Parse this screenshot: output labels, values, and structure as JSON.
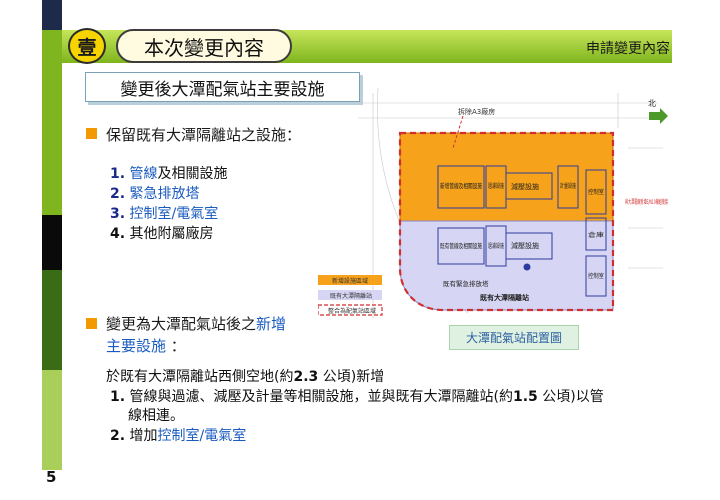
{
  "header": {
    "badge": "壹",
    "title": "本次變更內容",
    "right_label": "申請變更內容"
  },
  "subtitle": "變更後大潭配氣站主要設施",
  "section1": {
    "heading": "保留既有大潭隔離站之設施：",
    "items": [
      {
        "num": "1.",
        "highlight": "管線",
        "rest": "及相關設施"
      },
      {
        "num": "2.",
        "highlight": "緊急排放塔",
        "rest": ""
      },
      {
        "num": "3.",
        "highlight": "控制室/電氣室",
        "rest": ""
      },
      {
        "num": "4.",
        "highlight": "",
        "rest": "其他附屬廠房"
      }
    ]
  },
  "section2": {
    "heading_part1": "變更為大潭配氣站後之",
    "heading_link1": "新增",
    "heading_link2": "主要設施",
    "heading_end": "：",
    "intro_prefix": "於既有大潭隔離站西側空地(約",
    "intro_value": "2.3",
    "intro_suffix": " 公頃)新增",
    "item1_num": "1.",
    "item1_line1_prefix": "管線與過濾、減壓及計量等相關設施，並與既有大潭隔離站(約",
    "item1_line1_value": "1.5",
    "item1_line1_suffix": " 公頃)以管",
    "item1_line2": "線相連。",
    "item2_num": "2.",
    "item2_text_prefix": "增加",
    "item2_link": "控制室/電氣室",
    "item2_text_suffix": ""
  },
  "diagram": {
    "caption": "大潭配氣站配置圖",
    "top_note": "拆除A3廠房",
    "north_label": "北",
    "new_pipeline": "新增管線及相關設施",
    "filter_new": "過濾設施",
    "reduce_new": "減壓設施",
    "meter": "計量設施",
    "control_room": "控制室",
    "existing_pipeline": "既有管線及相關設施",
    "filter_existing": "過濾設施",
    "reduce_existing": "減壓設施",
    "warehouse": "倉庫",
    "control_room2": "控制室",
    "emergency_vent": "既有緊急排放塔",
    "existing_station": "既有大潭隔離站",
    "power_plant_note": "與大潭電廠新增E/N10機組銜接",
    "legend": [
      {
        "label": "新增設施區域",
        "color": "#f7a21b"
      },
      {
        "label": "既有大潭隔離站",
        "color": "#d6d5f3"
      },
      {
        "label": "整合為配氣站區域",
        "color": "#d12f2f"
      }
    ]
  },
  "page_number": "5",
  "colors": {
    "accent_orange": "#f39800",
    "new_area": "#f7a21b",
    "existing_area": "#d6d5f3",
    "boundary_red": "#d12f2f",
    "header_green": "#7fb51e",
    "link_blue": "#1a5bbf"
  }
}
